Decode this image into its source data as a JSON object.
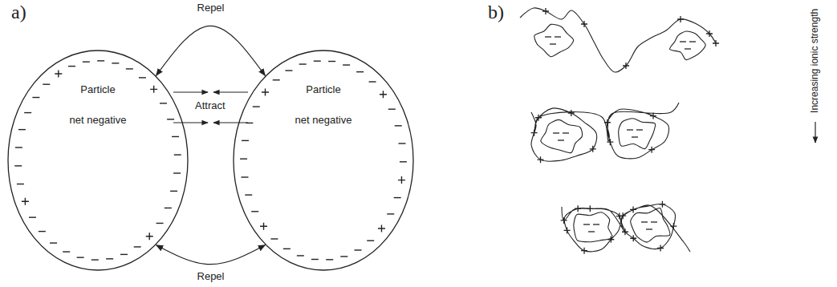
{
  "diagram": {
    "nodes": [
      {
        "text": [
          "Particle",
          "net negative"
        ]
      },
      {
        "text": [
          "Particle",
          "net negative"
        ]
      }
    ],
    "edges": [
      {
        "from": 0,
        "to": 1,
        "arrow": "both",
        "label": "Repel"
      },
      {
        "from": 0,
        "to": 1,
        "arrow": "both",
        "label": "Repel"
      }
    ],
    "labels": [
      "a)",
      "b)",
      "Attract",
      "Increasing ionic strength"
    ]
  }
}
